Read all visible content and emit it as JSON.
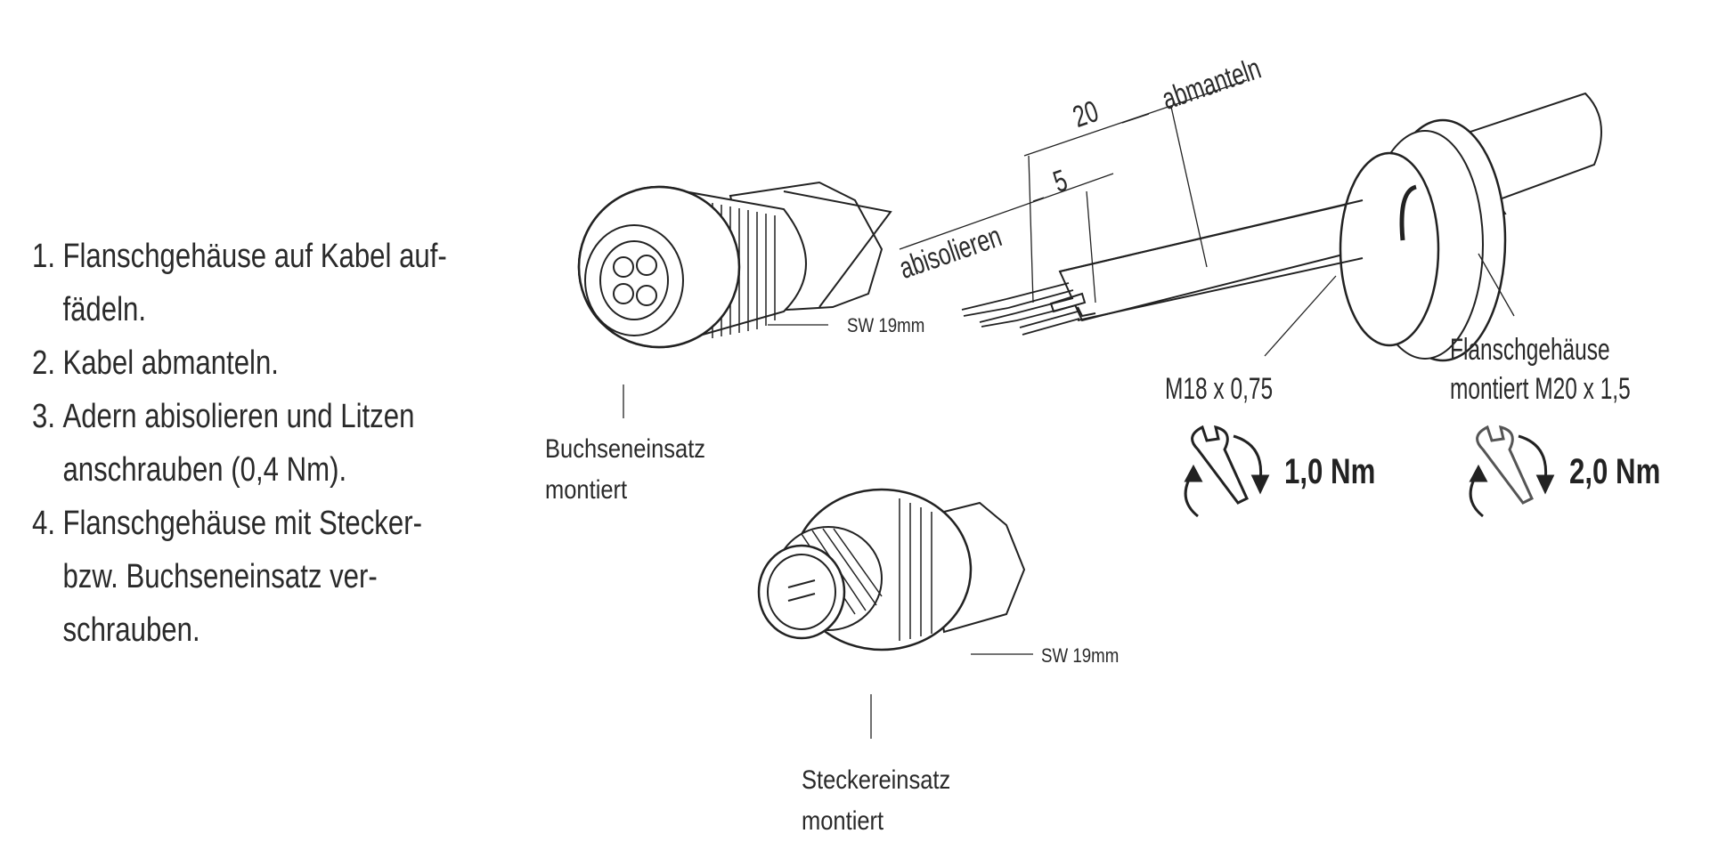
{
  "instructions": [
    {
      "number": "1.",
      "lines": [
        "Flanschgehäuse auf Kabel auf-",
        "fädeln."
      ]
    },
    {
      "number": "2.",
      "lines": [
        "Kabel abmanteln."
      ]
    },
    {
      "number": "3.",
      "lines": [
        "Adern abisolieren und Litzen",
        "anschrauben (0,4 Nm)."
      ]
    },
    {
      "number": "4.",
      "lines": [
        "Flanschgehäuse mit Stecker-",
        "bzw. Buchseneinsatz ver-",
        "schrauben."
      ]
    }
  ],
  "socket_insert": {
    "label_line1": "Buchseneinsatz",
    "label_line2": "montiert",
    "wrench_size": "SW 19mm"
  },
  "plug_insert": {
    "label_line1": "Steckereinsatz",
    "label_line2": "montiert",
    "wrench_size": "SW 19mm"
  },
  "cable": {
    "strip_jacket_label": "abmanteln",
    "strip_jacket_length": "20",
    "strip_insulation_label": "abisolieren",
    "strip_insulation_length": "5",
    "thread_label": "M18 x 0,75",
    "housing_label_line1": "Flanschgehäuse",
    "housing_label_line2": "montiert M20 x 1,5"
  },
  "torques": [
    {
      "icon": "wrench-rotate-icon",
      "value": "1,0 Nm"
    },
    {
      "icon": "wrench-rotate-icon",
      "value": "2,0 Nm"
    }
  ]
}
